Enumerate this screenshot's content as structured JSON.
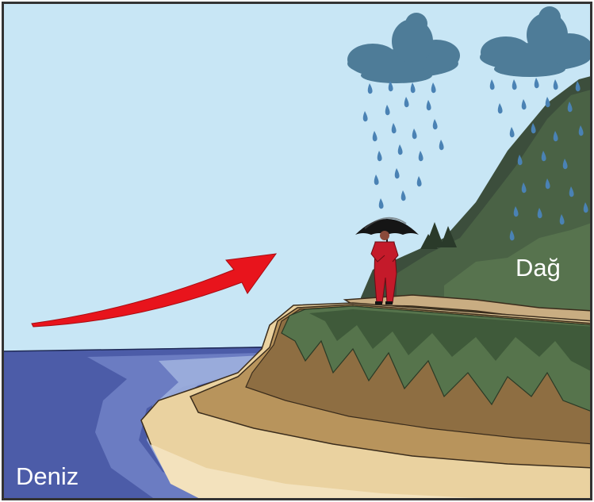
{
  "labels": {
    "mountain": "Dağ",
    "sea": "Deniz"
  },
  "colors": {
    "sky": "#c8e6f5",
    "sea_deep": "#4c5ca8",
    "sea_mid": "#6f80c4",
    "sea_light": "#9fb0de",
    "sand": "#ead2a0",
    "cliff_brown": "#a88450",
    "cliff_dark": "#5e4a2e",
    "mountain_dark": "#3c4e3c",
    "mountain_green": "#56744c",
    "cloud": "#4e7c98",
    "rain": "#4a82b4",
    "wind_arrow": "#e8141c",
    "person_coat": "#c41a2a",
    "umbrella": "#151515"
  },
  "icons": [
    "rain-cloud",
    "raindrop",
    "wind-arrow",
    "person-with-umbrella",
    "pine-tree"
  ]
}
